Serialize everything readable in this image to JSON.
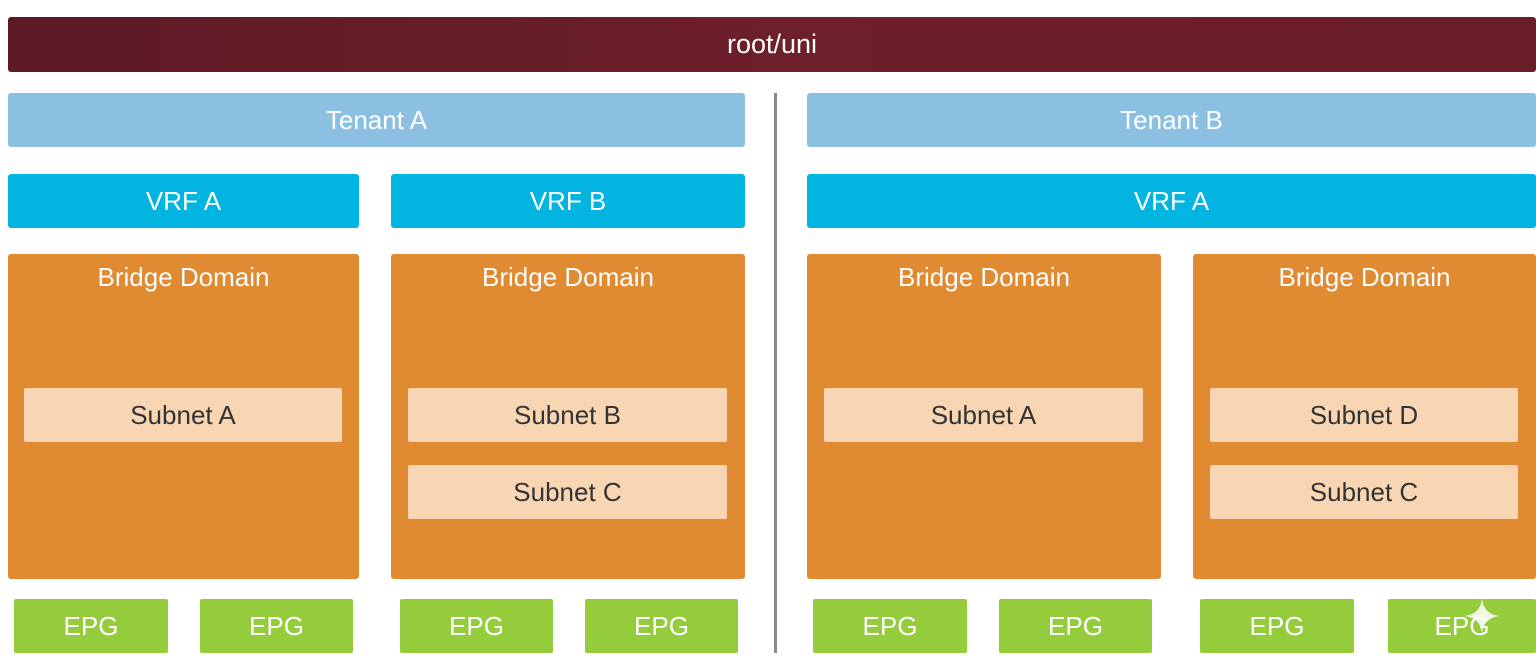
{
  "root": {
    "label": "root/uni"
  },
  "tenants": [
    {
      "label": "Tenant A"
    },
    {
      "label": "Tenant B"
    }
  ],
  "vrfs": [
    {
      "label": "VRF A"
    },
    {
      "label": "VRF B"
    },
    {
      "label": "VRF A"
    }
  ],
  "bridge_domains": [
    {
      "label": "Bridge Domain",
      "subnets": [
        "Subnet A"
      ]
    },
    {
      "label": "Bridge Domain",
      "subnets": [
        "Subnet B",
        "Subnet C"
      ]
    },
    {
      "label": "Bridge Domain",
      "subnets": [
        "Subnet A"
      ]
    },
    {
      "label": "Bridge Domain",
      "subnets": [
        "Subnet D",
        "Subnet C"
      ]
    }
  ],
  "epgs": [
    "EPG",
    "EPG",
    "EPG",
    "EPG",
    "EPG",
    "EPG",
    "EPG",
    "EPG"
  ],
  "colors": {
    "root": "#6a1e28",
    "tenant": "#8cc0e3",
    "vrf": "#02b4e0",
    "bridge_domain": "#e08a31",
    "subnet": "#f8d6b3",
    "epg": "#94cc3c"
  }
}
